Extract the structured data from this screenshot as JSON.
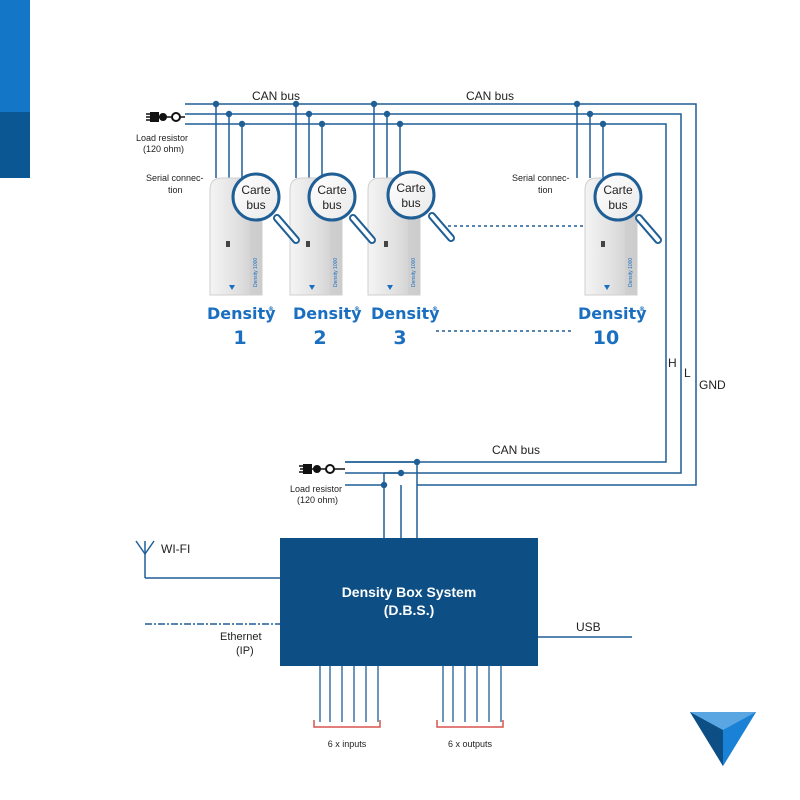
{
  "colors": {
    "accent_blue": "#1a6fc0",
    "dark_blue": "#0d4f84",
    "side_bar_top": "#1476c6",
    "side_bar_bottom": "#0b5794",
    "line_blue": "#1f5f96",
    "box_fill": "#0d4f84",
    "red_bracket": "#d9534f"
  },
  "top_bus": {
    "label_left": "CAN bus",
    "label_right": "CAN bus",
    "load_resistor_line1": "Load resistor",
    "load_resistor_line2": "(120 ohm)",
    "serial_left_line1": "Serial connec-",
    "serial_left_line2": "tion",
    "serial_right_line1": "Serial connec-",
    "serial_right_line2": "tion"
  },
  "units": [
    {
      "brand": "Density",
      "number": "1",
      "magnifier_line1": "Carte",
      "magnifier_line2": "bus"
    },
    {
      "brand": "Density",
      "number": "2",
      "magnifier_line1": "Carte",
      "magnifier_line2": "bus"
    },
    {
      "brand": "Density",
      "number": "3",
      "magnifier_line1": "Carte",
      "magnifier_line2": "bus"
    },
    {
      "brand": "Density",
      "number": "10",
      "magnifier_line1": "Carte",
      "magnifier_line2": "bus"
    }
  ],
  "unit_side_text": "Density 1000",
  "registered_mark": "®",
  "bus_lines": {
    "h": "H",
    "l": "L",
    "gnd": "GND"
  },
  "bottom_bus": {
    "label": "CAN bus",
    "load_resistor_line1": "Load resistor",
    "load_resistor_line2": "(120 ohm)"
  },
  "dbs": {
    "title_line1": "Density Box System",
    "title_line2": "(D.B.S.)",
    "wifi_label": "WI-FI",
    "ethernet_line1": "Ethernet",
    "ethernet_line2": "(IP)",
    "usb_label": "USB",
    "inputs_label": "6 x inputs",
    "outputs_label": "6 x outputs"
  },
  "logo_icon": "triangle-logo-icon"
}
